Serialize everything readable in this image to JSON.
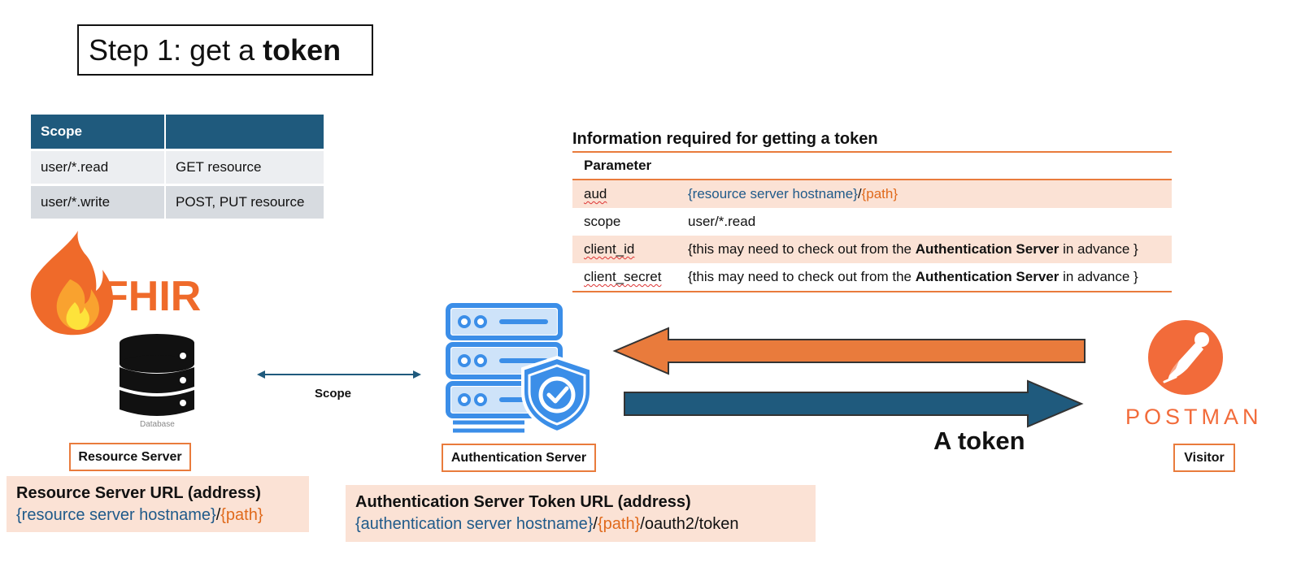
{
  "title": {
    "prefix": "Step 1: get a ",
    "bold": "token"
  },
  "scope_table": {
    "header": [
      "Scope",
      ""
    ],
    "rows": [
      [
        "user/*.read",
        "GET resource"
      ],
      [
        "user/*.write",
        "POST, PUT resource"
      ]
    ]
  },
  "fhir_logo_text": "FHIR",
  "database_caption": "Database",
  "info": {
    "heading": "Information required for getting a token",
    "param_header": "Parameter",
    "rows": {
      "aud": {
        "name": "aud",
        "host": "{resource server hostname}",
        "sep": "/",
        "path": "{path}"
      },
      "scope": {
        "name": "scope",
        "value": "user/*.read"
      },
      "client_id": {
        "name": "client_id",
        "pre": "{this may need to check out from the ",
        "bold": "Authentication Server",
        "post": " in advance }"
      },
      "client_secret": {
        "name": "client_secret",
        "pre": "{this may need to check out from the ",
        "bold": "Authentication Server",
        "post": " in advance }"
      }
    }
  },
  "connector_label": "Scope",
  "token_label": "A token",
  "postman_text": "POSTMAN",
  "labels": {
    "resource_server": "Resource Server",
    "auth_server": "Authentication Server",
    "visitor": "Visitor"
  },
  "resource_url": {
    "title": "Resource Server URL (address)",
    "host": "{resource server hostname}",
    "sep": "/",
    "path": "{path}"
  },
  "auth_url": {
    "title": "Authentication Server Token URL (address)",
    "host": "{authentication server hostname}",
    "sep": "/",
    "path": "{path}",
    "suffix": "/oauth2/token"
  },
  "colors": {
    "orange": "#e97b3c",
    "navy": "#1f5a7d",
    "server_blue": "#3b8ee8",
    "postman_orange": "#f26b3a"
  }
}
